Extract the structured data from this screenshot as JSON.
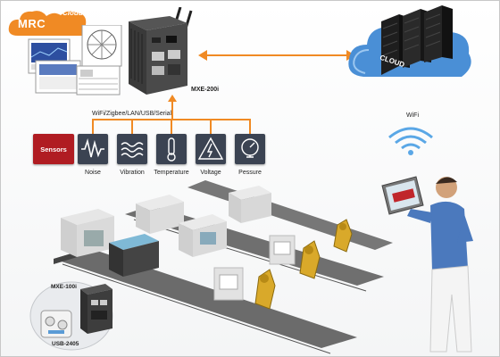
{
  "top_left_logo": {
    "brand": "MRC",
    "suffix": "Cloud"
  },
  "gateway": {
    "model": "MXE-200i",
    "interfaces": "WiFi/Zigbee/LAN/USB/Serial"
  },
  "cloud": {
    "label": "CLOUD"
  },
  "wifi_label": "WiFi",
  "sensors_button": "Sensors",
  "sensors": [
    {
      "label": "Noise",
      "icon": "noise-waveform-icon"
    },
    {
      "label": "Vibration",
      "icon": "vibration-waves-icon"
    },
    {
      "label": "Temperature",
      "icon": "thermometer-icon"
    },
    {
      "label": "Voltage",
      "icon": "high-voltage-icon"
    },
    {
      "label": "Pessure",
      "icon": "pressure-gauge-icon"
    }
  ],
  "bottom_devices": {
    "top_model": "MXE-100i",
    "bottom_model": "USB-2405"
  },
  "colors": {
    "accent_orange": "#f08a24",
    "sensor_red": "#b01c22",
    "sensor_tile": "#3b4352",
    "cloud_blue": "#4a8fd6"
  }
}
